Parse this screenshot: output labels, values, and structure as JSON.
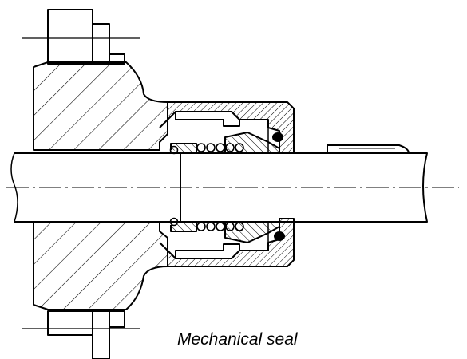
{
  "figure": {
    "caption": "Mechanical seal"
  },
  "components": {
    "count_springs_per_side": 5,
    "names": [
      "shaft",
      "housing-flange",
      "seal-gland",
      "spring",
      "o-ring",
      "seal-face",
      "keyway"
    ]
  },
  "colors": {
    "line": "#000000",
    "background": "#ffffff"
  }
}
